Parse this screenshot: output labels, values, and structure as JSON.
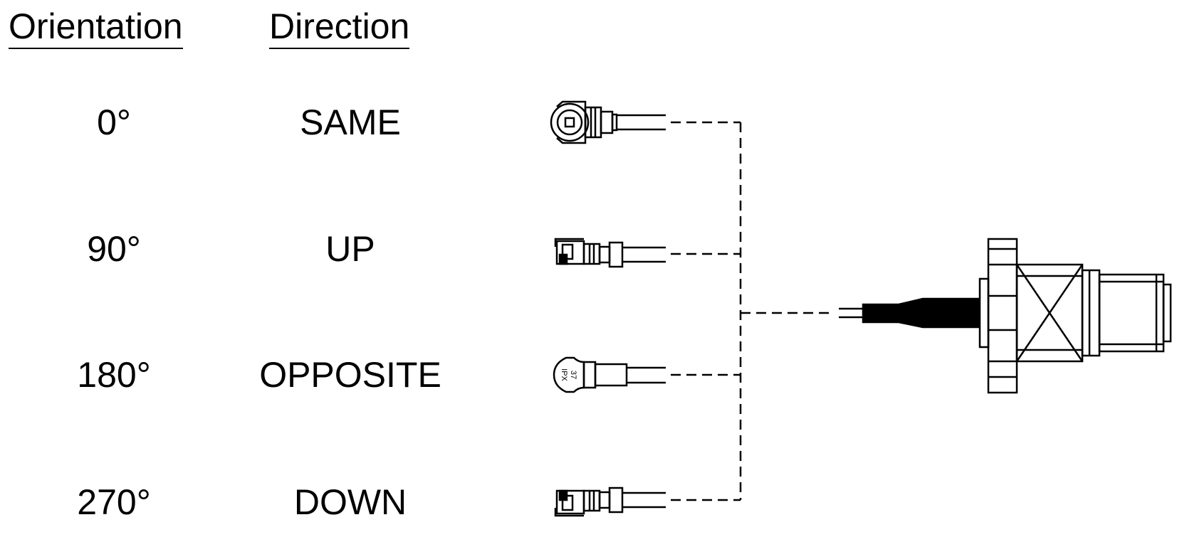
{
  "headers": {
    "orientation": "Orientation",
    "direction": "Direction"
  },
  "rows": [
    {
      "orientation": "0°",
      "direction": "SAME"
    },
    {
      "orientation": "90°",
      "direction": "UP"
    },
    {
      "orientation": "180°",
      "direction": "OPPOSITE"
    },
    {
      "orientation": "270°",
      "direction": "DOWN"
    }
  ],
  "connector_marking": {
    "line1": "37",
    "line2": "IPX"
  }
}
